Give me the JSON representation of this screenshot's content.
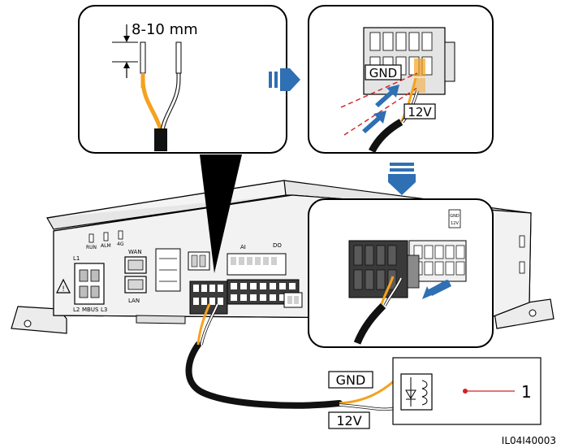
{
  "strip_length_label": "8-10 mm",
  "terminals": {
    "gnd": "GND",
    "v12": "12V"
  },
  "relay_callout": "1",
  "device_labels": {
    "run": "RUN",
    "alm": "ALM",
    "4g": "4G",
    "wan": "WAN",
    "lan": "LAN",
    "l1": "L1",
    "l2": "L2",
    "l3": "L3",
    "mbus": "MBUS",
    "ai": "AI",
    "do": "DO",
    "dc": "12V"
  },
  "figure_id": "IL04I40003",
  "colors": {
    "wire_orange": "#F5A21E",
    "wire_white": "#FFFFFF",
    "cable_black": "#111111",
    "arrow_blue": "#2F6FB3",
    "callout_red": "#D32027",
    "device_fill": "#F2F2F2",
    "connector_dark": "#3A3A3A"
  }
}
